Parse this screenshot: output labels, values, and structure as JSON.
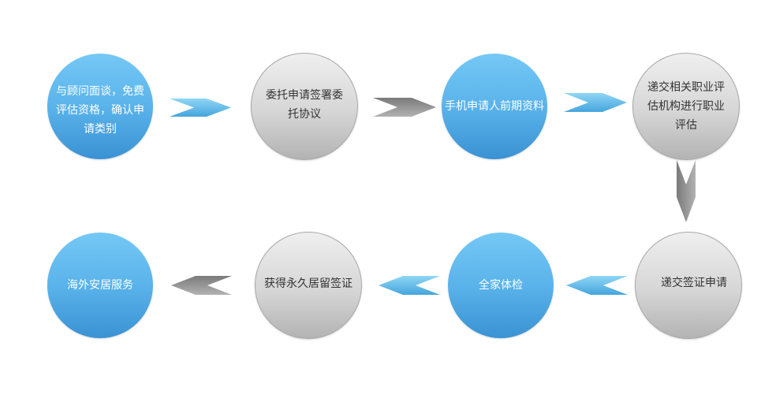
{
  "colors": {
    "blue_circle_top": "#74c8f5",
    "blue_circle_bottom": "#3a92d3",
    "gray_circle_top": "#efefef",
    "gray_circle_bottom": "#b3b3b3",
    "blue_arrow": "#5ab3e6",
    "gray_arrow": "#969696",
    "blue_text": "#ffffff",
    "gray_text": "#333333"
  },
  "nodes": [
    {
      "id": "n1",
      "style": "blue",
      "lines": [
        "与顾问面谈，免费",
        "评估资格，确认申",
        "请类别"
      ]
    },
    {
      "id": "n2",
      "style": "gray",
      "lines": [
        "委托申请签署委",
        "托协议"
      ]
    },
    {
      "id": "n3",
      "style": "blue",
      "lines": [
        "手机申请人前期资料"
      ]
    },
    {
      "id": "n4",
      "style": "gray",
      "lines": [
        "递交相关职业评",
        "估机构进行职业",
        "评估"
      ]
    },
    {
      "id": "n5",
      "style": "gray",
      "lines": [
        "递交签证申请"
      ]
    },
    {
      "id": "n6",
      "style": "blue",
      "lines": [
        "全家体检"
      ]
    },
    {
      "id": "n7",
      "style": "gray",
      "lines": [
        "获得永久居留签证"
      ]
    },
    {
      "id": "n8",
      "style": "blue",
      "lines": [
        "海外安居服务"
      ]
    }
  ],
  "edges": [
    {
      "from": "n1",
      "to": "n2",
      "color": "blue"
    },
    {
      "from": "n2",
      "to": "n3",
      "color": "gray"
    },
    {
      "from": "n3",
      "to": "n4",
      "color": "blue"
    },
    {
      "from": "n4",
      "to": "n5",
      "color": "gray"
    },
    {
      "from": "n5",
      "to": "n6",
      "color": "blue"
    },
    {
      "from": "n6",
      "to": "n7",
      "color": "blue"
    },
    {
      "from": "n7",
      "to": "n8",
      "color": "gray"
    }
  ]
}
